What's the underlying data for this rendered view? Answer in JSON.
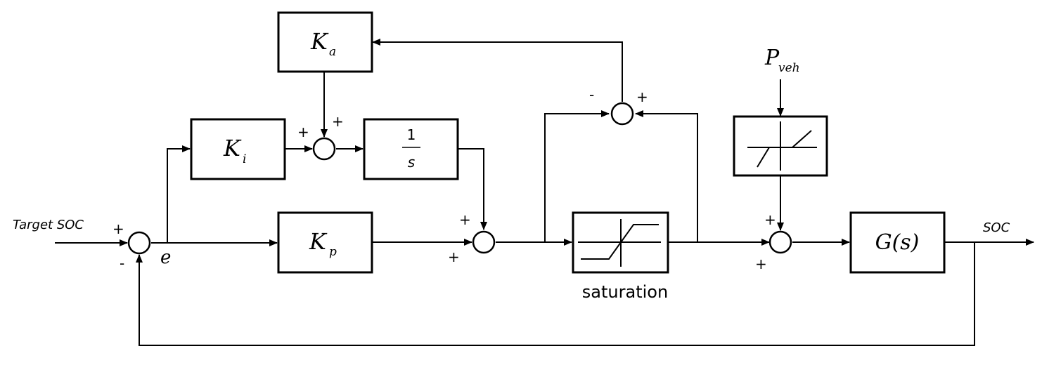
{
  "blocks": {
    "ka": {
      "symbol": "K",
      "sub": "a"
    },
    "ki": {
      "symbol": "K",
      "sub": "i"
    },
    "kp": {
      "symbol": "K",
      "sub": "p"
    },
    "integrator": {
      "numerator": "1",
      "denominator": "s"
    },
    "plant": {
      "label": "G(s)"
    },
    "saturation": {
      "caption": "saturation"
    }
  },
  "signals": {
    "target": "Target SOC",
    "error": "e",
    "output": "SOC",
    "disturbance": {
      "symbol": "P",
      "sub": "veh"
    }
  },
  "signs": {
    "s1_target": "+",
    "s1_feedback": "-",
    "s2_ki": "+",
    "s2_ka": "+",
    "s3_integrator": "+",
    "s3_kp": "+",
    "s4_minus": "-",
    "s4_plus": "+",
    "s5_pveh": "+",
    "s5_sat": "+"
  }
}
